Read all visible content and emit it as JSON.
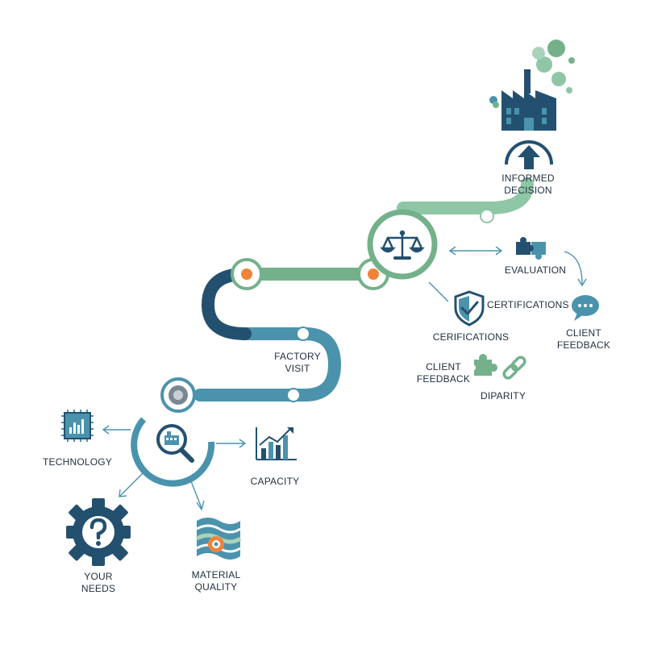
{
  "labels": {
    "informed_decision": [
      "INFORMED",
      "DECISION"
    ],
    "evaluation": "EVALUATION",
    "certifications_right": "CERTIFICATIONS",
    "client_feedback_right": [
      "CLIENT",
      "FEEDBACK"
    ],
    "cerifications": "CERIFICATIONS",
    "client_feedback_left": [
      "CLIENT",
      "FEEDBACK"
    ],
    "diparity": "DIPARITY",
    "factory_visit": [
      "FACTORY",
      "VISIT"
    ],
    "technology": "TECHNOLOGY",
    "capacity": "CAPACITY",
    "your_needs": [
      "YOUR",
      "NEEDS"
    ],
    "material_quality": [
      "MATERIAL",
      "QUALITY"
    ]
  },
  "icons": {
    "factory": "factory-icon",
    "up_arrow": "up-arrow-icon",
    "scales": "balance-scale-icon",
    "puzzle": "puzzle-icon",
    "shield": "shield-check-icon",
    "chat": "chat-bubble-icon",
    "chain": "chain-link-icon",
    "chip": "chip-icon",
    "magnifier": "magnifier-factory-icon",
    "bar_chart": "bar-chart-icon",
    "gear": "gear-question-icon",
    "material": "material-layers-icon"
  },
  "colors": {
    "navy": "#24506f",
    "teal": "#4b93ad",
    "green": "#74b18b",
    "light_green": "#8fc7a6",
    "orange": "#ef8438",
    "text": "#1f2f3f"
  }
}
